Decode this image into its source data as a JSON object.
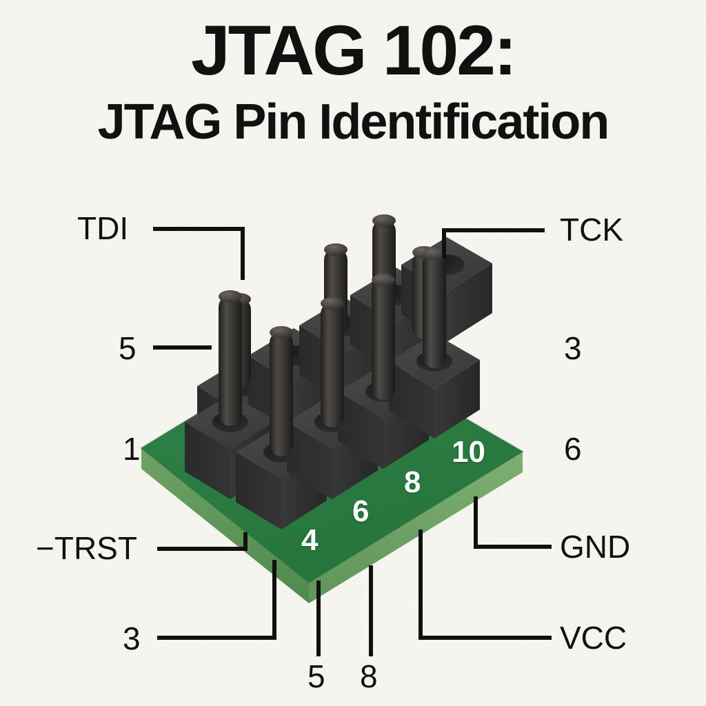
{
  "header": {
    "title": "JTAG 102:",
    "subtitle": "JTAG Pin Identification"
  },
  "colors": {
    "background": "#f5f4ef",
    "ink": "#111111",
    "pcb_green_top": "#2d7f45",
    "pcb_green_edge": "#74a76a",
    "pcb_green_side": "#3c8a4c",
    "connector_black": "#3a3a3a",
    "pin_black": "#2e2e2e",
    "silkscreen_white": "#ffffff"
  },
  "diagram": {
    "subject": "2x5 JTAG pin header on PCB, isometric view",
    "rows": 2,
    "columns": 5,
    "pin_count": 10,
    "callouts": [
      {
        "id": "tdi",
        "text": "TDI",
        "side": "top-left",
        "kind": "signal"
      },
      {
        "id": "tck",
        "text": "TCK",
        "side": "top-right",
        "kind": "signal"
      },
      {
        "id": "trst",
        "text": "−TRST",
        "side": "bottom-left",
        "kind": "signal"
      },
      {
        "id": "gnd",
        "text": "GND",
        "side": "bottom-right",
        "kind": "signal"
      },
      {
        "id": "vcc",
        "text": "VCC",
        "side": "bottom-right",
        "kind": "signal"
      }
    ],
    "pin_number_callouts": [
      {
        "id": "left-5",
        "text": "5",
        "side": "left",
        "leader": "horizontal"
      },
      {
        "id": "left-1",
        "text": "1",
        "side": "left",
        "leader": "none"
      },
      {
        "id": "right-3",
        "text": "3",
        "side": "right",
        "leader": "none"
      },
      {
        "id": "right-6",
        "text": "6",
        "side": "right",
        "leader": "none"
      },
      {
        "id": "bottom-3",
        "text": "3",
        "side": "bottom-left",
        "leader": "elbow"
      },
      {
        "id": "bottom-5",
        "text": "5",
        "side": "bottom",
        "leader": "vertical"
      },
      {
        "id": "bottom-8",
        "text": "8",
        "side": "bottom",
        "leader": "vertical"
      }
    ],
    "silkscreen_numbers": [
      {
        "id": "silk-4",
        "text": "4"
      },
      {
        "id": "silk-6",
        "text": "6"
      },
      {
        "id": "silk-8",
        "text": "8"
      },
      {
        "id": "silk-10",
        "text": "10"
      }
    ]
  }
}
